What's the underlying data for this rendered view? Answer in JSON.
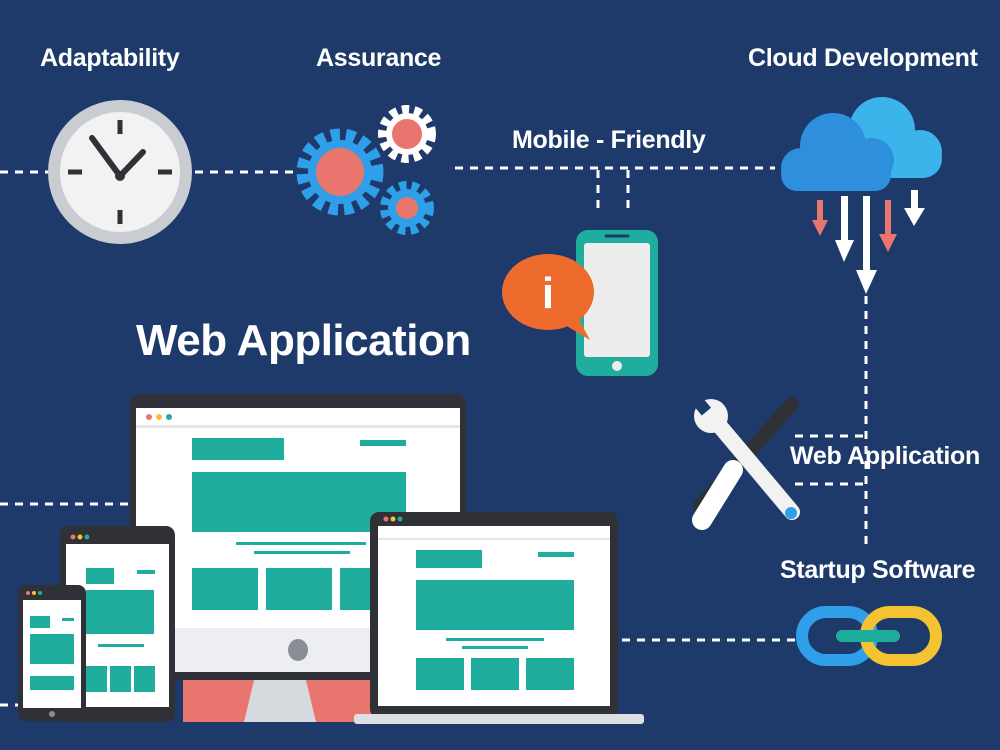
{
  "labels": {
    "adaptability": "Adaptability",
    "assurance": "Assurance",
    "cloud_development": "Cloud Development",
    "mobile_friendly": "Mobile - Friendly",
    "web_application_title": "Web Application",
    "web_application_small": "Web Application",
    "startup_software": "Startup Software"
  },
  "info_badge_glyph": "i",
  "icons": [
    "clock-icon",
    "gears-icon",
    "cloud-icon",
    "smartphone-icon",
    "info-bubble-icon",
    "wrench-screwdriver-icon",
    "chain-link-icon",
    "desktop-monitor-icon",
    "laptop-icon",
    "tablet-icon",
    "phone-icon"
  ],
  "colors": {
    "background": "#1e3a6b",
    "teal": "#1fae9e",
    "coral": "#e8766f",
    "blue": "#2e9fe8",
    "yellow": "#f3c331",
    "orange": "#ec6b2d",
    "device_frame": "#2f3137",
    "dashed_line": "#ffffff"
  }
}
